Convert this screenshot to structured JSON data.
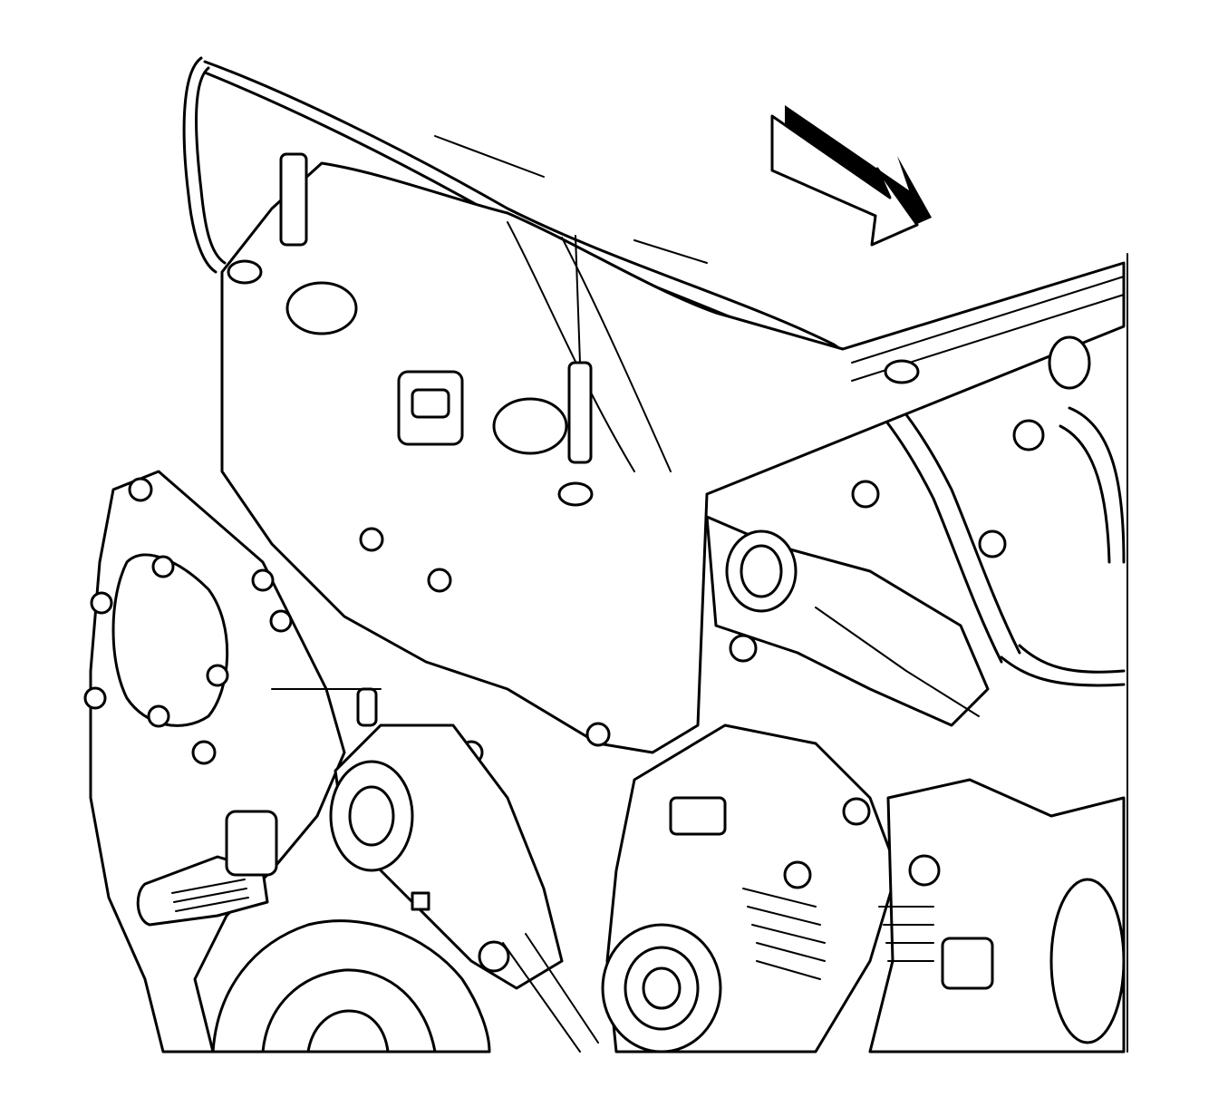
{
  "figure": {
    "kind": "engine-service-illustration",
    "style": "black line art on white",
    "colors": {
      "line": "#000000",
      "background": "#ffffff"
    },
    "direction_arrow": {
      "icon": "front-direction-arrow-icon",
      "points": "lower-right"
    },
    "labels": []
  }
}
